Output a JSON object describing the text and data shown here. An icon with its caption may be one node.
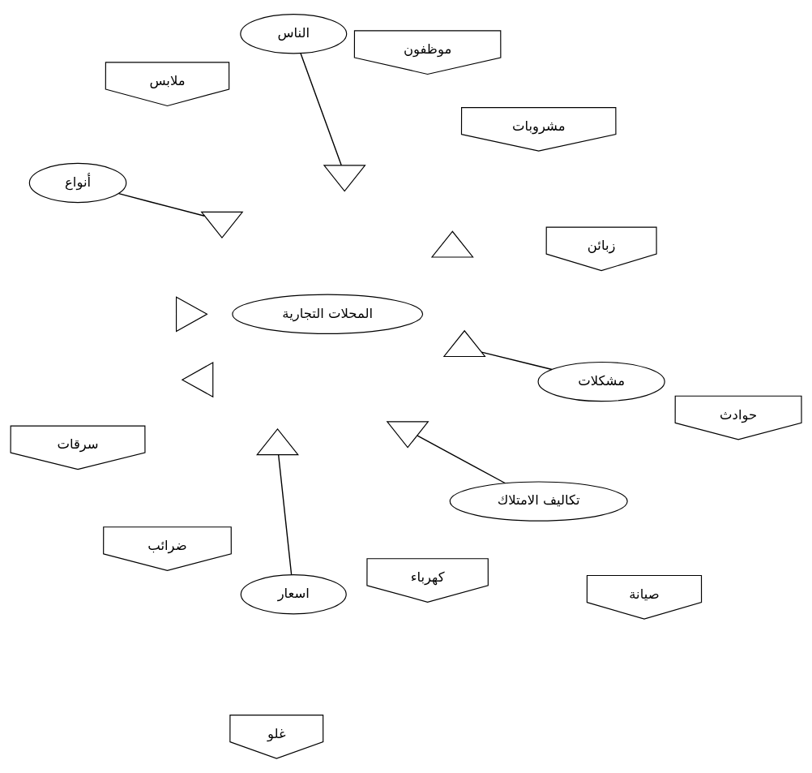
{
  "diagram": {
    "nodes": [
      {
        "text": [
          "زبائن"
        ]
      },
      {
        "text": [
          "مشروبات"
        ]
      },
      {
        "text": [
          "الناس"
        ]
      },
      {
        "text": [
          "أنواع"
        ]
      },
      {
        "text": [
          "موظفون"
        ]
      },
      {
        "text": [
          "ملابس"
        ]
      },
      {
        "text": [],
        "shape": "triangle"
      },
      {
        "text": [],
        "shape": "triangle"
      },
      {
        "text": [],
        "shape": "triangle"
      },
      {
        "text": [],
        "shape": "triangle"
      },
      {
        "text": [
          "المحلات التجارية"
        ]
      },
      {
        "text": [],
        "shape": "triangle"
      },
      {
        "text": [],
        "shape": "triangle"
      },
      {
        "text": [],
        "shape": "triangle"
      },
      {
        "text": [],
        "shape": "triangle"
      },
      {
        "text": [
          "سرقات"
        ]
      },
      {
        "text": [
          "ضرائب"
        ]
      },
      {
        "text": [
          "كهرباء"
        ]
      },
      {
        "text": [
          "اسعار"
        ]
      },
      {
        "text": [
          "مشكلات"
        ]
      },
      {
        "text": [
          "غلو"
        ]
      },
      {
        "text": [
          "تكاليف الامتلاك"
        ]
      },
      {
        "text": [
          "حوادث"
        ]
      },
      {
        "text": [
          "صيانة"
        ]
      }
    ],
    "edges": [
      {
        "from": 2,
        "to": 7,
        "arrow": "none"
      },
      {
        "from": 3,
        "to": 8,
        "arrow": "none"
      },
      {
        "from": 18,
        "to": 12,
        "arrow": "none"
      },
      {
        "from": 21,
        "to": 13,
        "arrow": "none"
      },
      {
        "from": 19,
        "to": 14,
        "arrow": "none"
      }
    ]
  }
}
